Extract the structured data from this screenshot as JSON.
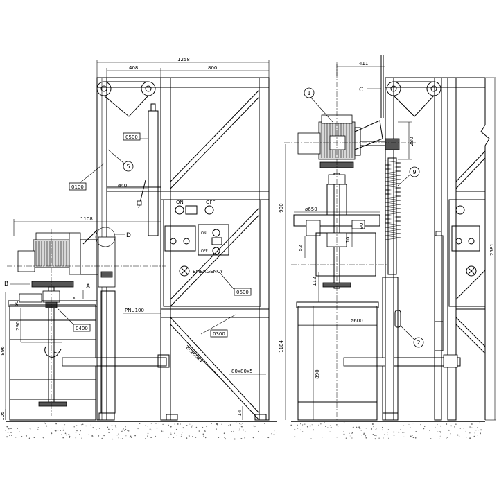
{
  "dimensions": {
    "d1258": "1258",
    "d408": "408",
    "d800": "800",
    "d411": "411",
    "d1108": "1108",
    "d40": "ø40",
    "d650": "ø650",
    "d600": "ø600",
    "d900": "900",
    "d2581": "2581",
    "d1184": "1184",
    "d896": "896",
    "d290": "290",
    "d50": "50",
    "d105": "105",
    "d52": "52",
    "d112": "112",
    "d10": "10",
    "d90": "90",
    "d280": "280",
    "d890": "890",
    "d14": "14",
    "d_e": "e"
  },
  "labels": {
    "part_0100": "0100",
    "part_0500": "0500",
    "part_0600": "0600",
    "part_0300": "0300",
    "part_0400": "0400",
    "pnu": "PNU100",
    "profile_60": "60x60x4",
    "profile_80": "80x80x5",
    "emergency": "EMERGENCY",
    "on": "ON",
    "off": "OFF",
    "on2": "ON",
    "off2": "OFF",
    "view_a": "A",
    "view_b": "B",
    "view_c": "C",
    "detail_d": "D"
  },
  "balloons": {
    "b1": "1",
    "b2": "2",
    "b5": "5",
    "b9": "9"
  }
}
